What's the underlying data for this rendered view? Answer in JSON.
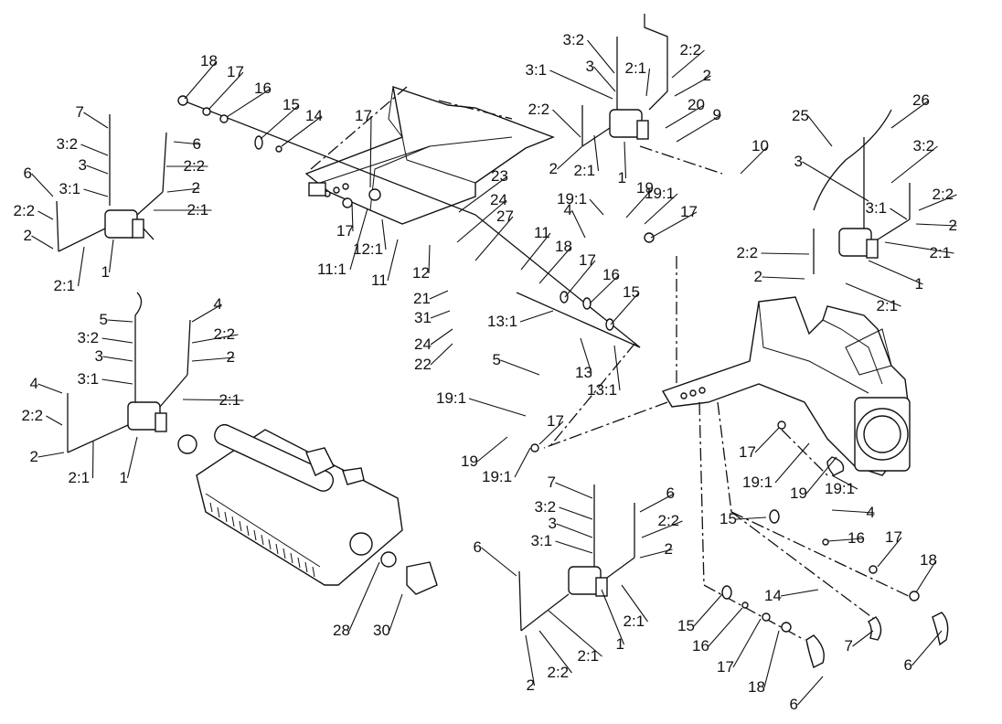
{
  "labels": [
    "1",
    "2",
    "2:1",
    "2:2",
    "3",
    "3:1",
    "3:2",
    "4",
    "5",
    "6",
    "7",
    "9",
    "10",
    "11",
    "11:1",
    "12",
    "12:1",
    "13",
    "13:1",
    "14",
    "15",
    "16",
    "17",
    "18",
    "19",
    "19:1",
    "20",
    "21",
    "22",
    "23",
    "24",
    "25",
    "26",
    "27",
    "28",
    "30",
    "31"
  ]
}
